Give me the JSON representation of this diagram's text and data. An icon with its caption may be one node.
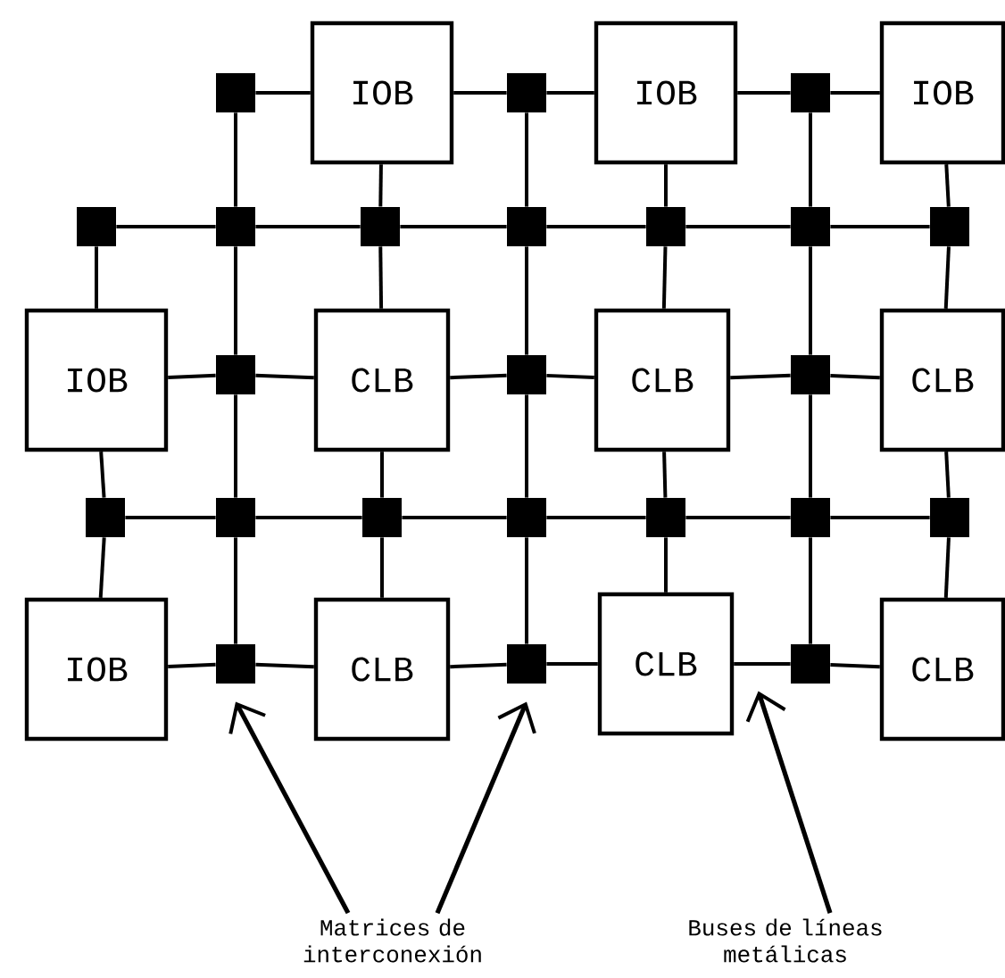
{
  "diagram": {
    "nodes": [
      {
        "text": [],
        "shape": "box"
      },
      {
        "text": [
          "IOB"
        ]
      },
      {
        "text": [],
        "shape": "box"
      },
      {
        "text": [
          "IOB"
        ]
      },
      {
        "text": [],
        "shape": "box"
      },
      {
        "text": [
          "IOB"
        ]
      },
      {
        "text": [],
        "shape": "box"
      },
      {
        "text": [],
        "shape": "box"
      },
      {
        "text": [],
        "shape": "box"
      },
      {
        "text": [],
        "shape": "box"
      },
      {
        "text": [],
        "shape": "box"
      },
      {
        "text": [],
        "shape": "box"
      },
      {
        "text": [],
        "shape": "box"
      },
      {
        "text": [
          "IOB"
        ]
      },
      {
        "text": [],
        "shape": "box"
      },
      {
        "text": [
          "CLB"
        ]
      },
      {
        "text": [],
        "shape": "box"
      },
      {
        "text": [
          "CLB"
        ]
      },
      {
        "text": [],
        "shape": "box"
      },
      {
        "text": [
          "CLB"
        ]
      },
      {
        "text": [],
        "shape": "box"
      },
      {
        "text": [],
        "shape": "box"
      },
      {
        "text": [],
        "shape": "box"
      },
      {
        "text": [],
        "shape": "box"
      },
      {
        "text": [],
        "shape": "box"
      },
      {
        "text": [],
        "shape": "box"
      },
      {
        "text": [],
        "shape": "box"
      },
      {
        "text": [
          "IOB"
        ]
      },
      {
        "text": [],
        "shape": "box"
      },
      {
        "text": [
          "CLB"
        ]
      },
      {
        "text": [],
        "shape": "box"
      },
      {
        "text": [
          "CLB"
        ]
      },
      {
        "text": [],
        "shape": "box"
      },
      {
        "text": [
          "CLB"
        ]
      },
      {
        "text": [
          "Matrices de interconexión"
        ]
      },
      {
        "text": [
          "Buses de líneas metálicas"
        ]
      }
    ],
    "edges": [
      {
        "from": 0,
        "to": 1,
        "arrow": "none"
      },
      {
        "from": 1,
        "to": 2,
        "arrow": "none"
      },
      {
        "from": 2,
        "to": 3,
        "arrow": "none"
      },
      {
        "from": 3,
        "to": 4,
        "arrow": "none"
      },
      {
        "from": 4,
        "to": 5,
        "arrow": "none"
      },
      {
        "from": 6,
        "to": 7,
        "arrow": "none"
      },
      {
        "from": 7,
        "to": 8,
        "arrow": "none"
      },
      {
        "from": 8,
        "to": 9,
        "arrow": "none"
      },
      {
        "from": 9,
        "to": 10,
        "arrow": "none"
      },
      {
        "from": 10,
        "to": 11,
        "arrow": "none"
      },
      {
        "from": 11,
        "to": 12,
        "arrow": "none"
      },
      {
        "from": 13,
        "to": 14,
        "arrow": "none"
      },
      {
        "from": 14,
        "to": 15,
        "arrow": "none"
      },
      {
        "from": 15,
        "to": 16,
        "arrow": "none"
      },
      {
        "from": 16,
        "to": 17,
        "arrow": "none"
      },
      {
        "from": 17,
        "to": 18,
        "arrow": "none"
      },
      {
        "from": 18,
        "to": 19,
        "arrow": "none"
      },
      {
        "from": 20,
        "to": 21,
        "arrow": "none"
      },
      {
        "from": 21,
        "to": 22,
        "arrow": "none"
      },
      {
        "from": 22,
        "to": 23,
        "arrow": "none"
      },
      {
        "from": 23,
        "to": 24,
        "arrow": "none"
      },
      {
        "from": 24,
        "to": 25,
        "arrow": "none"
      },
      {
        "from": 25,
        "to": 26,
        "arrow": "none"
      },
      {
        "from": 27,
        "to": 28,
        "arrow": "none"
      },
      {
        "from": 28,
        "to": 29,
        "arrow": "none"
      },
      {
        "from": 29,
        "to": 30,
        "arrow": "none"
      },
      {
        "from": 30,
        "to": 31,
        "arrow": "none"
      },
      {
        "from": 31,
        "to": 32,
        "arrow": "none"
      },
      {
        "from": 32,
        "to": 33,
        "arrow": "none"
      },
      {
        "from": 0,
        "to": 7,
        "arrow": "none"
      },
      {
        "from": 1,
        "to": 8,
        "arrow": "none"
      },
      {
        "from": 2,
        "to": 9,
        "arrow": "none"
      },
      {
        "from": 3,
        "to": 10,
        "arrow": "none"
      },
      {
        "from": 4,
        "to": 11,
        "arrow": "none"
      },
      {
        "from": 5,
        "to": 12,
        "arrow": "none"
      },
      {
        "from": 6,
        "to": 13,
        "arrow": "none"
      },
      {
        "from": 7,
        "to": 14,
        "arrow": "none"
      },
      {
        "from": 8,
        "to": 15,
        "arrow": "none"
      },
      {
        "from": 9,
        "to": 16,
        "arrow": "none"
      },
      {
        "from": 10,
        "to": 17,
        "arrow": "none"
      },
      {
        "from": 11,
        "to": 18,
        "arrow": "none"
      },
      {
        "from": 12,
        "to": 19,
        "arrow": "none"
      },
      {
        "from": 13,
        "to": 20,
        "arrow": "none"
      },
      {
        "from": 14,
        "to": 21,
        "arrow": "none"
      },
      {
        "from": 15,
        "to": 22,
        "arrow": "none"
      },
      {
        "from": 16,
        "to": 23,
        "arrow": "none"
      },
      {
        "from": 17,
        "to": 24,
        "arrow": "none"
      },
      {
        "from": 18,
        "to": 25,
        "arrow": "none"
      },
      {
        "from": 19,
        "to": 26,
        "arrow": "none"
      },
      {
        "from": 20,
        "to": 27,
        "arrow": "none"
      },
      {
        "from": 21,
        "to": 28,
        "arrow": "none"
      },
      {
        "from": 22,
        "to": 29,
        "arrow": "none"
      },
      {
        "from": 23,
        "to": 30,
        "arrow": "none"
      },
      {
        "from": 24,
        "to": 31,
        "arrow": "none"
      },
      {
        "from": 25,
        "to": 32,
        "arrow": "none"
      },
      {
        "from": 26,
        "to": 33,
        "arrow": "none"
      },
      {
        "from": 34,
        "to": 28,
        "arrow": "to"
      },
      {
        "from": 34,
        "to": 30,
        "arrow": "to"
      },
      {
        "from": 35,
        "to": 32,
        "arrow": "to"
      }
    ]
  }
}
